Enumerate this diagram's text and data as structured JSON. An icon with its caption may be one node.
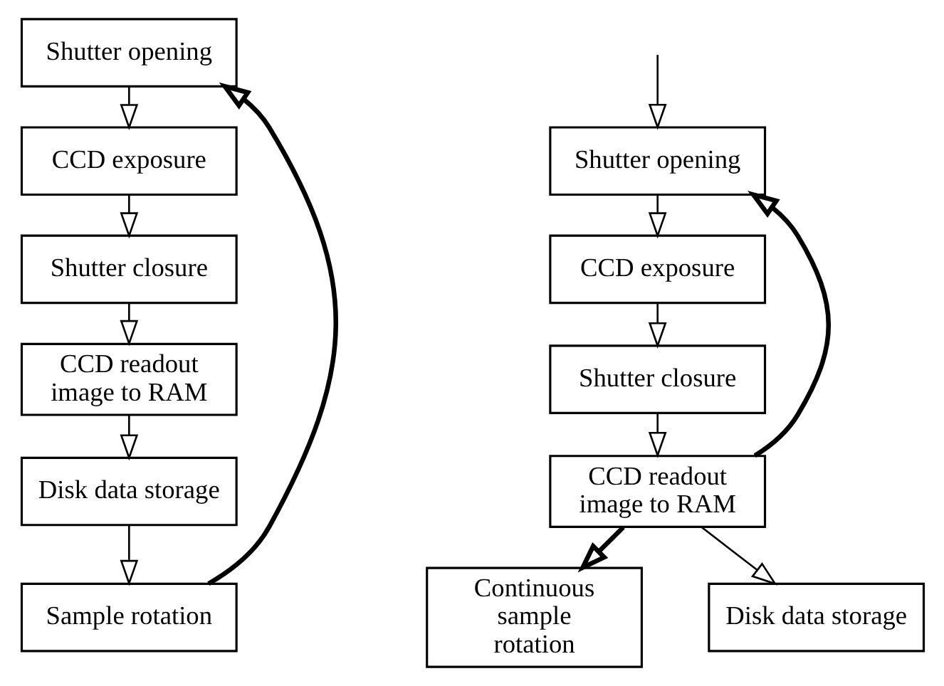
{
  "diagram": {
    "nodes": [
      {
        "text": [
          "Shutter opening"
        ]
      },
      {
        "text": [
          "CCD exposure"
        ]
      },
      {
        "text": [
          "Shutter closure"
        ]
      },
      {
        "text": [
          "CCD readout image to RAM"
        ]
      },
      {
        "text": [
          "Disk data storage"
        ]
      },
      {
        "text": [
          "Sample rotation"
        ]
      },
      {
        "text": [
          "Shutter opening"
        ]
      },
      {
        "text": [
          "CCD exposure"
        ]
      },
      {
        "text": [
          "Shutter closure"
        ]
      },
      {
        "text": [
          "CCD readout image to RAM"
        ]
      },
      {
        "text": [
          "Continuous sample rotation"
        ]
      },
      {
        "text": [
          "Disk data storage"
        ]
      }
    ],
    "edges": [
      {
        "from": 0,
        "to": 1,
        "arrow": "to"
      },
      {
        "from": 1,
        "to": 2,
        "arrow": "to"
      },
      {
        "from": 2,
        "to": 3,
        "arrow": "to"
      },
      {
        "from": 3,
        "to": 4,
        "arrow": "to"
      },
      {
        "from": 4,
        "to": 5,
        "arrow": "to"
      },
      {
        "from": 5,
        "to": 0,
        "arrow": "to",
        "style": "thick"
      },
      {
        "from": null,
        "to": 6,
        "arrow": "to"
      },
      {
        "from": 6,
        "to": 7,
        "arrow": "to"
      },
      {
        "from": 7,
        "to": 8,
        "arrow": "to"
      },
      {
        "from": 8,
        "to": 9,
        "arrow": "to"
      },
      {
        "from": 9,
        "to": 6,
        "arrow": "to",
        "style": "thick"
      },
      {
        "from": 9,
        "to": 10,
        "arrow": "to",
        "style": "thick"
      },
      {
        "from": 9,
        "to": 11,
        "arrow": "to"
      }
    ]
  }
}
